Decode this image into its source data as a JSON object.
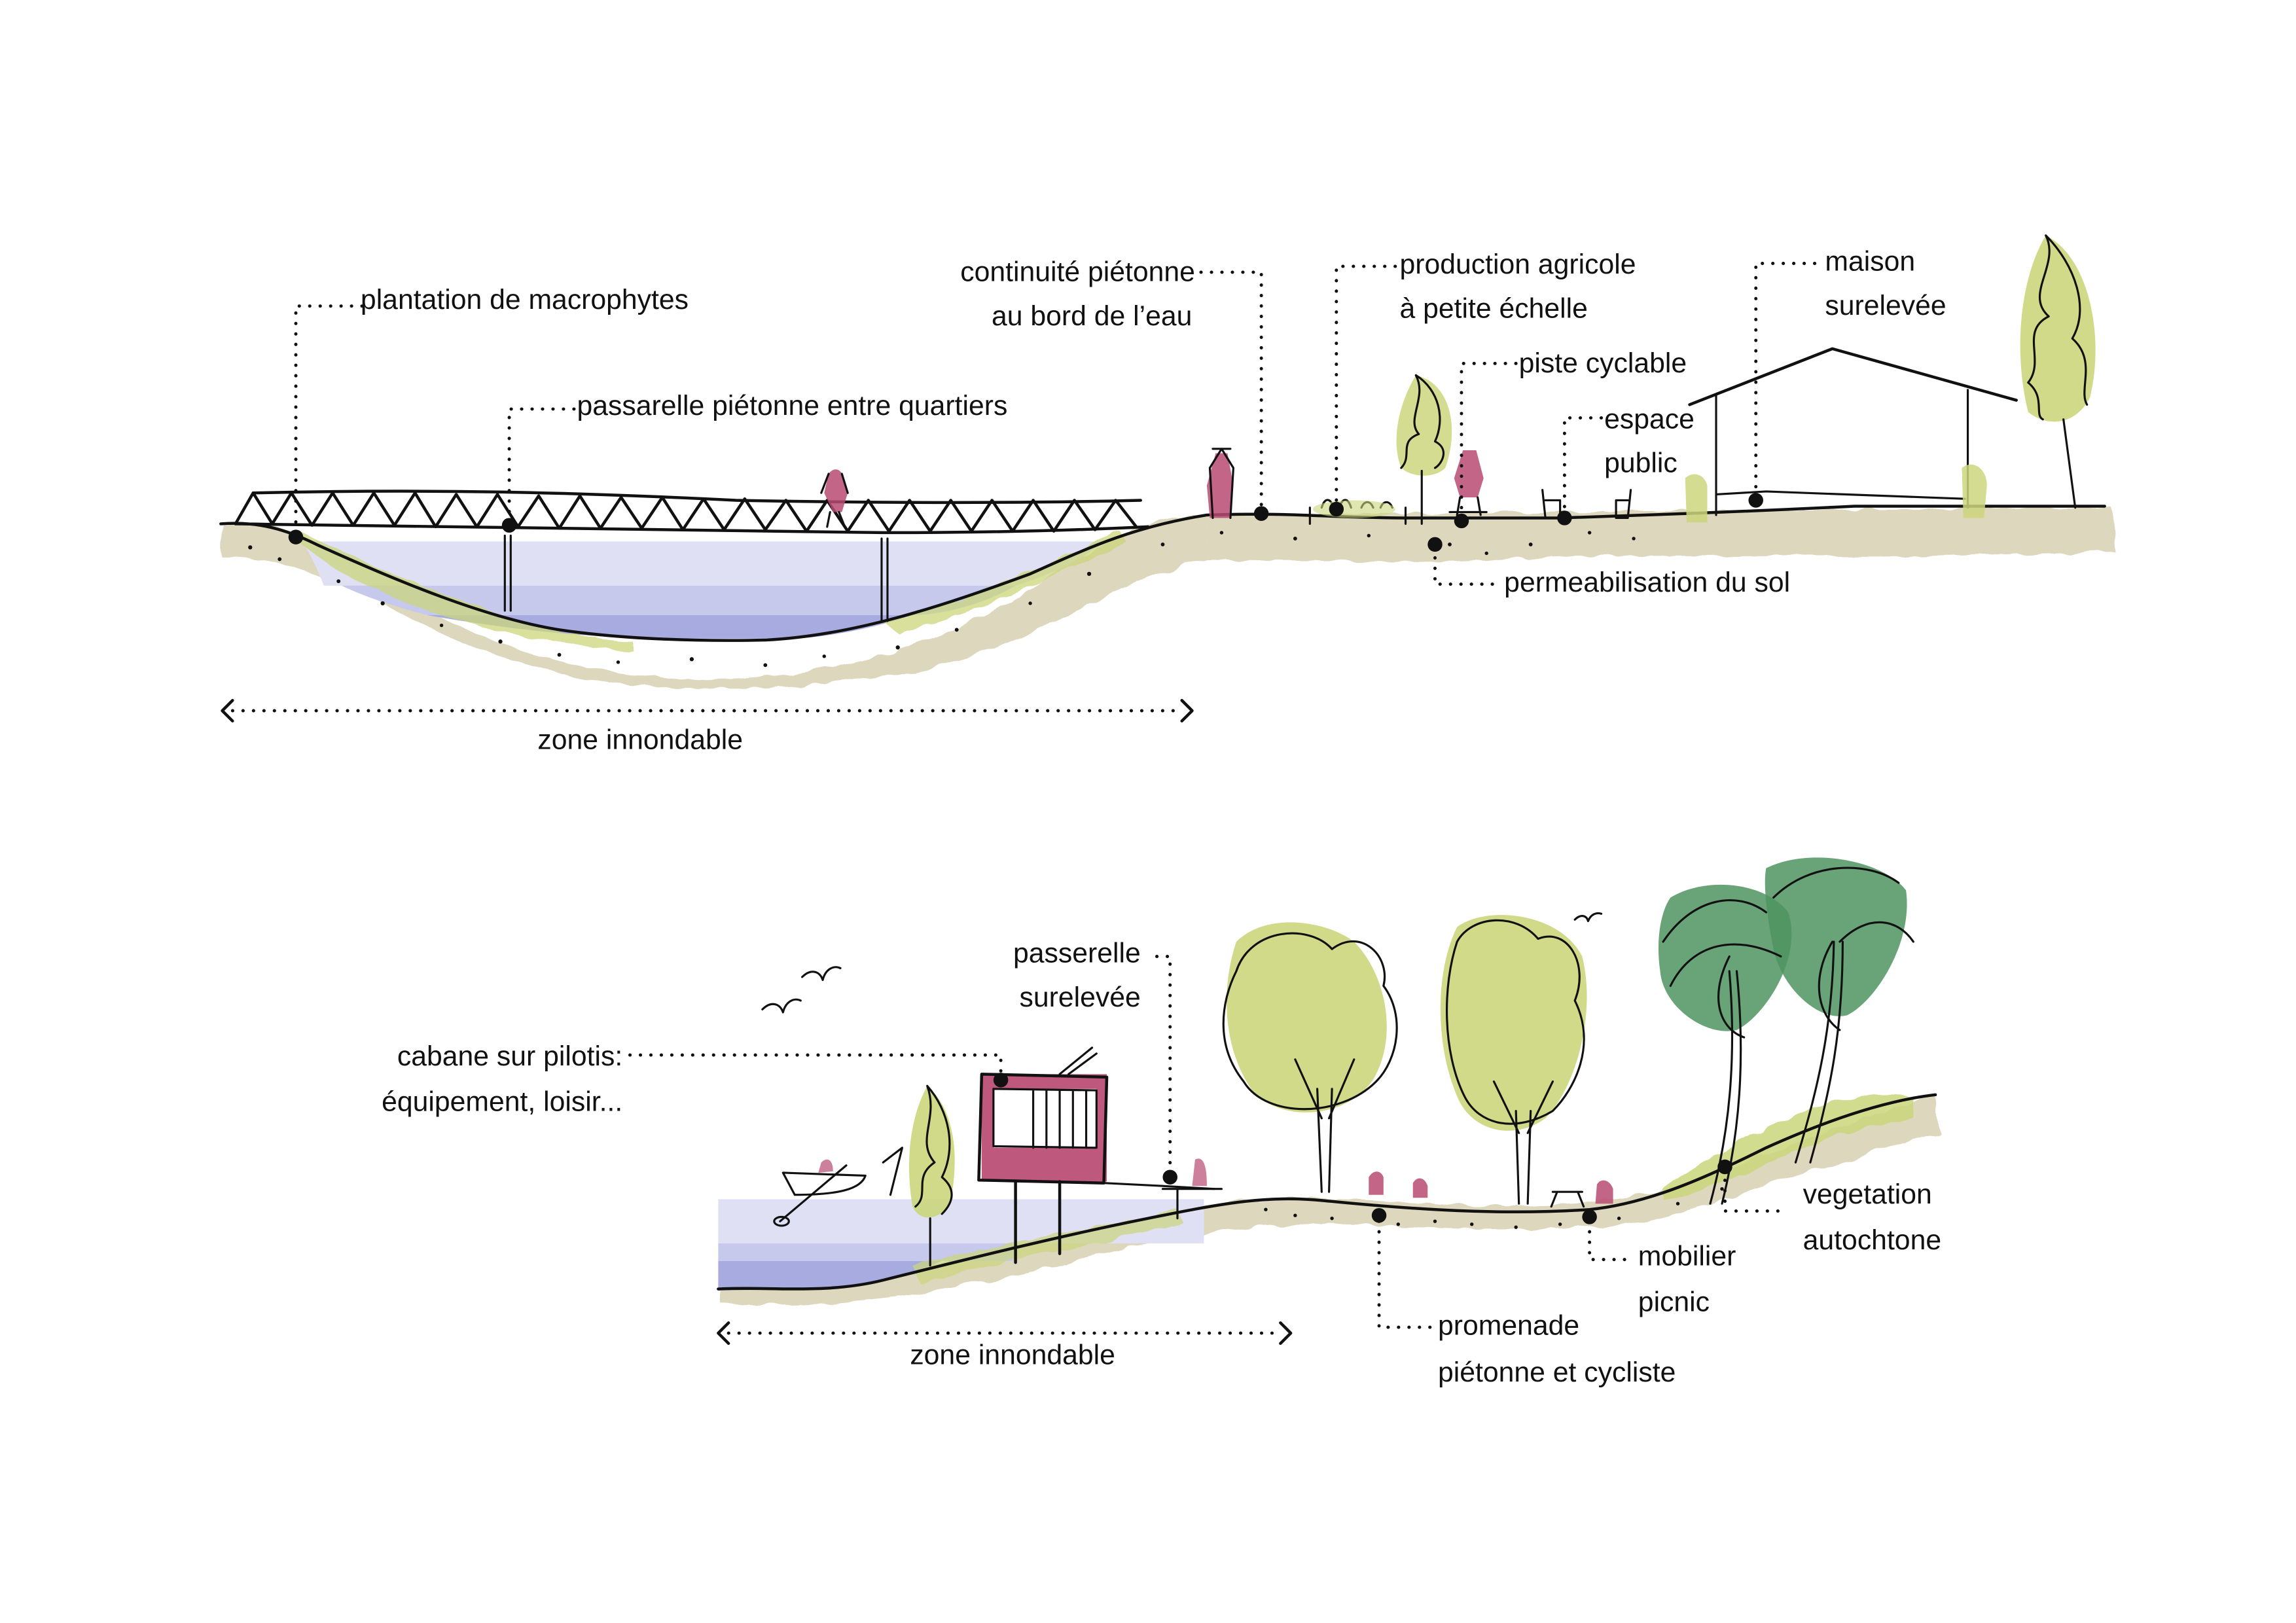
{
  "colors": {
    "water_light": "#dfe0f3",
    "water_mid": "#b9bde7",
    "water_deep": "#9a9fdb",
    "ground": "#ddd7bd",
    "vegetation": "#cbd67c",
    "accent_pink": "#b84a72",
    "palm_green": "#4f9460",
    "ink": "#111111"
  },
  "top_section": {
    "labels": {
      "macrophytes": "plantation de macrophytes",
      "passarelle": "passarelle piétonne entre quartiers",
      "continuite_1": "continuité piétonne",
      "continuite_2": "au bord de l’eau",
      "agricole_1": "production agricole",
      "agricole_2": "à petite échelle",
      "cyclable": "piste cyclable",
      "espace_1": "espace",
      "espace_2": "public",
      "maison_1": "maison",
      "maison_2": "surelevée",
      "permeabilisation": "permeabilisation du sol"
    },
    "zone_label": "zone innondable"
  },
  "bottom_section": {
    "labels": {
      "passerelle_1": "passerelle",
      "passerelle_2": "surelevée",
      "cabane_1": "cabane sur pilotis:",
      "cabane_2": "équipement, loisir...",
      "vegetation_1": "vegetation",
      "vegetation_2": "autochtone",
      "mobilier_1": "mobilier",
      "mobilier_2": "picnic",
      "promenade_1": "promenade",
      "promenade_2": "piétonne et cycliste"
    },
    "zone_label": "zone innondable"
  }
}
